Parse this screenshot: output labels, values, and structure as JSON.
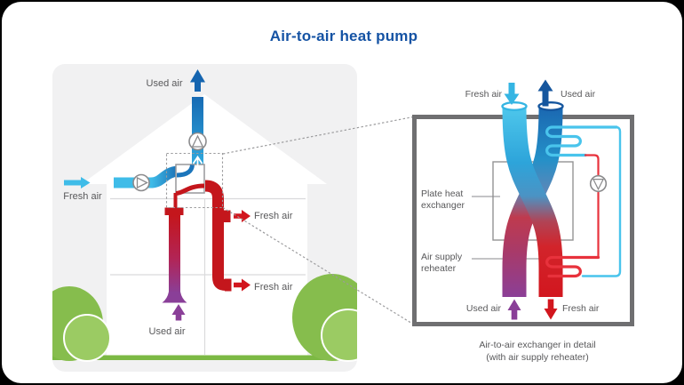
{
  "title": "Air-to-air heat pump",
  "house_diagram": {
    "used_air_out_label": "Used air",
    "fresh_air_in_label": "Fresh air",
    "fresh_air_supply_upper_label": "Fresh air",
    "fresh_air_supply_lower_label": "Fresh air",
    "used_air_return_label": "Used air"
  },
  "detail_diagram": {
    "fresh_air_top_label": "Fresh air",
    "used_air_top_label": "Used air",
    "plate_heat_exchanger_label_line1": "Plate heat",
    "plate_heat_exchanger_label_line2": "exchanger",
    "air_supply_reheater_label_line1": "Air supply",
    "air_supply_reheater_label_line2": "reheater",
    "used_air_bottom_label": "Used air",
    "fresh_air_bottom_label": "Fresh air"
  },
  "caption": {
    "line1": "Air-to-air exchanger in detail",
    "line2": "(with air supply reheater)"
  },
  "colors": {
    "title_blue": "#1553a4",
    "fresh_air_cyan": "#3fbce8",
    "used_air_blue": "#1b6fb5",
    "warm_red": "#d2161e",
    "used_air_purple": "#8a3f98",
    "bush_green": "#86bd4d",
    "label_gray": "#58585a"
  }
}
